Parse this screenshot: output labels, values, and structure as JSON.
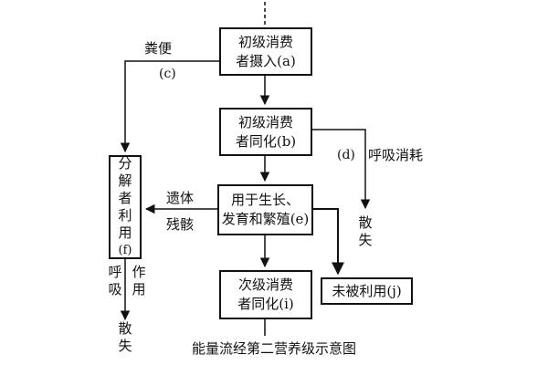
{
  "nodes": {
    "a": {
      "lines": [
        "初级消费",
        "者摄入(a)"
      ]
    },
    "b": {
      "lines": [
        "初级消费",
        "者同化(b)"
      ]
    },
    "e": {
      "lines": [
        "用于生长、",
        "发育和繁殖(e)"
      ]
    },
    "i": {
      "lines": [
        "次级消费",
        "者同化(i)"
      ]
    },
    "j": {
      "lines": [
        "未被利用(j)"
      ]
    },
    "f": {
      "chars": [
        "分",
        "解",
        "者",
        "利",
        "用",
        "(f)"
      ]
    }
  },
  "labels": {
    "feces": "粪便",
    "c": "(c)",
    "d": "(d)",
    "respiration_consumption": "呼吸消耗",
    "dissipate_right": [
      "散",
      "失"
    ],
    "remains_1": "遗体",
    "remains_2": "残骸",
    "resp_left": [
      "呼",
      "吸"
    ],
    "action_left": [
      "作",
      "用"
    ],
    "dissipate_left": [
      "散",
      "失"
    ]
  },
  "caption": "能量流经第二营养级示意图"
}
